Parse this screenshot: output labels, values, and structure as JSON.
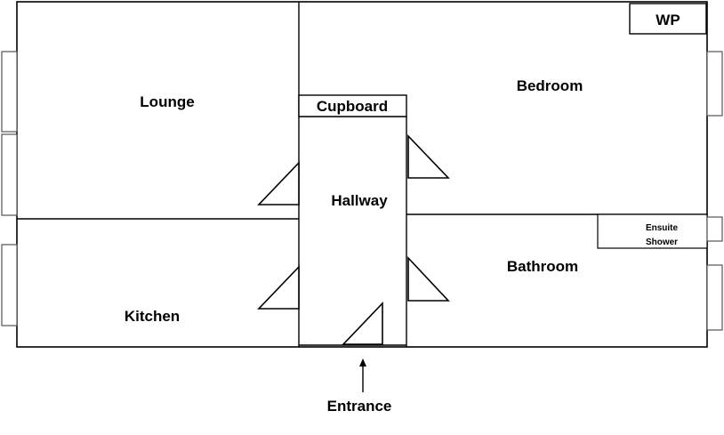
{
  "floorplan": {
    "rooms": {
      "lounge": "Lounge",
      "bedroom": "Bedroom",
      "kitchen": "Kitchen",
      "bathroom": "Bathroom",
      "hallway": "Hallway",
      "cupboard": "Cupboard",
      "wp": "WP",
      "ensuite_line1": "Ensuite",
      "ensuite_line2": "Shower"
    },
    "entrance": "Entrance"
  },
  "colors": {
    "wall": "#000000",
    "window": "#555555",
    "background": "#ffffff"
  }
}
